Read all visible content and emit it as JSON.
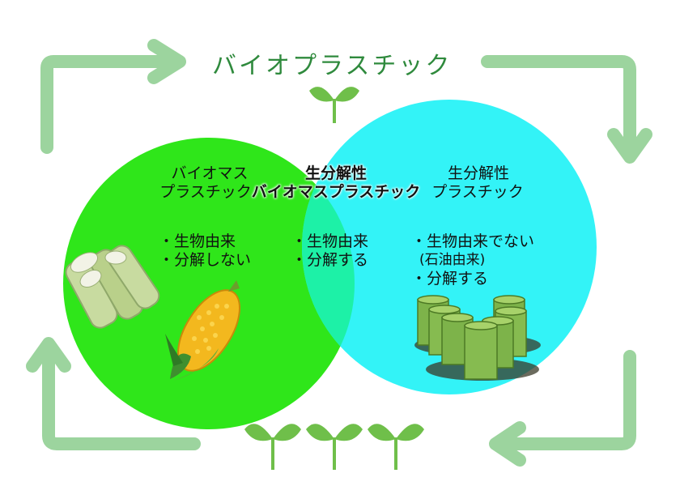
{
  "title": "バイオプラスチック",
  "left": {
    "heading_line1": "バイオマス",
    "heading_line2": "プラスチック",
    "bullet1": "・生物由来",
    "bullet2": "・分解しない"
  },
  "center": {
    "heading_line1": "生分解性",
    "heading_line2": "バイオマスプラスチック",
    "bullet1": "・生物由来",
    "bullet2": "・分解する"
  },
  "right": {
    "heading_line1": "生分解性",
    "heading_line2": "プラスチック",
    "bullet1": "・生物由来でない",
    "bullet2": "(石油由来)",
    "bullet3": "・分解する"
  },
  "colors": {
    "left_circle": "#2fe61a",
    "right_circle": "#33f3f7",
    "overlap": "#1df1a7",
    "cycle_arrow": "#9cd49e",
    "title_text": "#2f8a3d",
    "sprout": "#6fbf4a",
    "drum": "#7db34a"
  },
  "icons": [
    "sugarcane-icon",
    "corn-icon",
    "oil-drum-icon",
    "sprout-icon",
    "cycle-arrow-icon"
  ]
}
